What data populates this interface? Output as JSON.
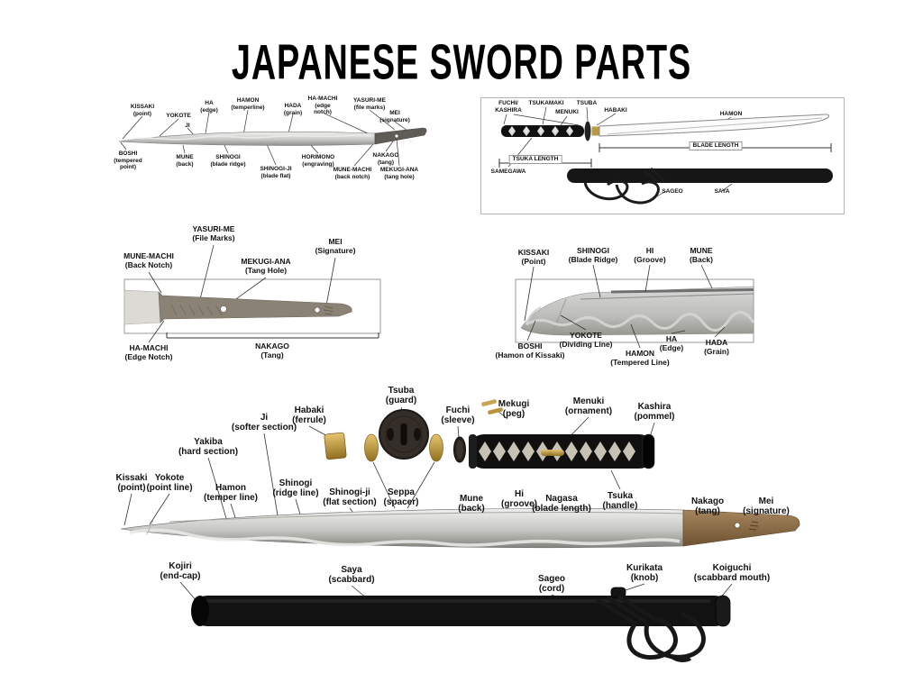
{
  "title": "JAPANESE SWORD PARTS",
  "colors": {
    "gold": "#c9a84c",
    "steel": "#c8c8c8",
    "lacquer": "#121212",
    "rust": "#8a6f52"
  },
  "blade_profile": {
    "labels": [
      "KISSAKI\n(point)",
      "YOKOTE",
      "HA\n(edge)",
      "HAMON\n(temperline)",
      "HADA\n(grain)",
      "HA-MACHI\n(edge\nnotch)",
      "YASURI-ME\n(file marks)",
      "MEI\n(signature)",
      "JI",
      "BOSHI\n(tempered\npoint)",
      "MUNE\n(back)",
      "SHINOGI\n(blade ridge)",
      "SHINOGI-JI\n(blade flat)",
      "HORIMONO\n(engraving)",
      "MUNE-MACHI\n(back notch)",
      "NAKAGO\n(tang)",
      "MEKUGI-ANA\n(tang hole)"
    ]
  },
  "mounted_view": {
    "labels": [
      "FUCHI/\nKASHIRA",
      "TSUKAMAKI",
      "MENUKI",
      "TSUBA",
      "HABAKI",
      "HAMON",
      "BLADE LENGTH",
      "TSUKA LENGTH",
      "SAMEGAWA",
      "SAGEO",
      "SAYA"
    ]
  },
  "tang_view": {
    "labels": [
      "YASURI-ME\n(File Marks)",
      "MEKUGI-ANA\n(Tang Hole)",
      "MEI\n(Signature)",
      "MUNE-MACHI\n(Back Notch)",
      "HA-MACHI\n(Edge Notch)",
      "NAKAGO\n(Tang)"
    ]
  },
  "kissaki_view": {
    "labels": [
      "KISSAKI\n(Point)",
      "SHINOGI\n(Blade Ridge)",
      "HI\n(Groove)",
      "MUNE\n(Back)",
      "YOKOTE\n(Dividing Line)",
      "HA\n(Edge)",
      "HADA\n(Grain)",
      "BOSHI\n(Hamon of Kissaki)",
      "HAMON\n(Tempered Line)"
    ]
  },
  "exploded_view": {
    "labels": [
      "Tsuba\n(guard)",
      "Habaki\n(ferrule)",
      "Fuchi\n(sleeve)",
      "Mekugi\n(peg)",
      "Menuki\n(ornament)",
      "Kashira\n(pommel)",
      "Ji\n(softer section)",
      "Yakiba\n(hard section)",
      "Kissaki\n(point)",
      "Yokote\n(point line)",
      "Hamon\n(temper line)",
      "Shinogi\n(ridge line)",
      "Shinogi-ji\n(flat section)",
      "Seppa\n(spacer)",
      "Mune\n(back)",
      "Hi\n(groove)",
      "Nagasa\n(blade length)",
      "Tsuka\n(handle)",
      "Nakago\n(tang)",
      "Mei\n(signature)",
      "Kojiri\n(end-cap)",
      "Saya\n(scabbard)",
      "Sageo\n(cord)",
      "Kurikata\n(knob)",
      "Koiguchi\n(scabbard mouth)"
    ]
  }
}
